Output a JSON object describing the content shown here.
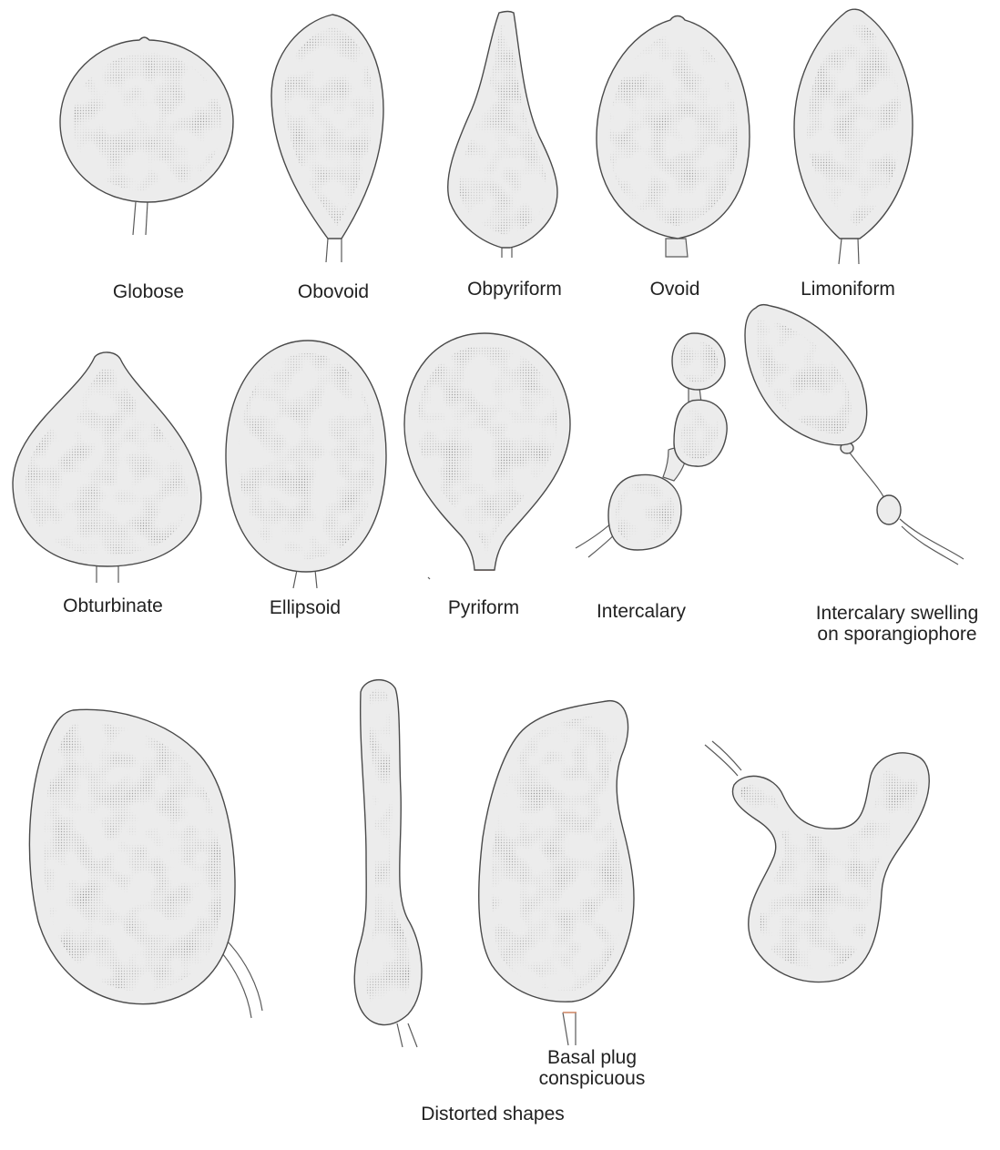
{
  "figure": {
    "shapes": [
      {
        "id": "globose",
        "label": "Globose"
      },
      {
        "id": "obovoid",
        "label": "Obovoid"
      },
      {
        "id": "obpyriform",
        "label": "Obpyriform"
      },
      {
        "id": "ovoid",
        "label": "Ovoid"
      },
      {
        "id": "limoniform",
        "label": "Limoniform"
      },
      {
        "id": "obturbinate",
        "label": "Obturbinate"
      },
      {
        "id": "ellipsoid",
        "label": "Ellipsoid"
      },
      {
        "id": "pyriform",
        "label": "Pyriform"
      },
      {
        "id": "intercalary",
        "label": "Intercalary"
      },
      {
        "id": "intercalary-swelling",
        "label_line1": "Intercalary swelling",
        "label_line2": "on sporangiophore"
      }
    ],
    "basal_plug": {
      "line1": "Basal plug",
      "line2": "conspicuous"
    },
    "group_label": "Distorted shapes"
  }
}
